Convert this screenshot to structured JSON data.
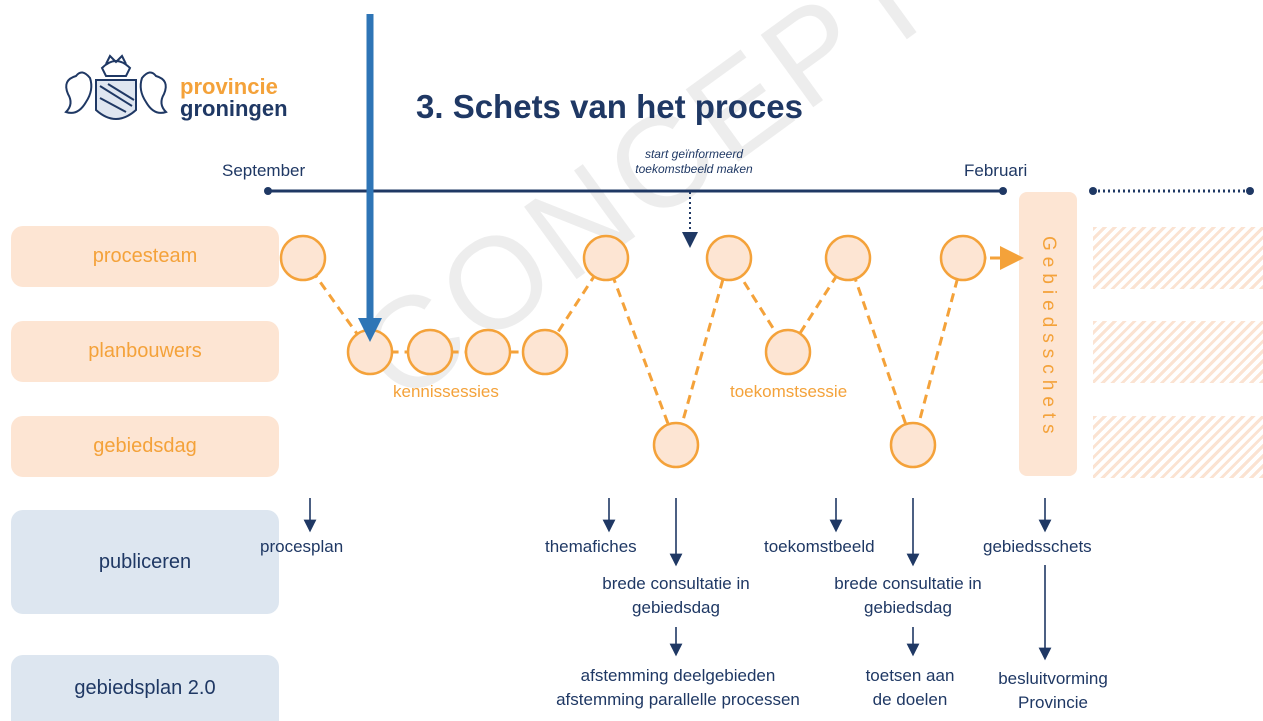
{
  "logo": {
    "line1": "provincie",
    "line2": "groningen"
  },
  "title": "3. Schets van het proces",
  "watermark": "CONCEPT",
  "timeline": {
    "start_label": "September",
    "end_label": "Februari",
    "note_line1": "start geïnformeerd",
    "note_line2": "toekomstbeeld maken"
  },
  "rows": {
    "procesteam": "procesteam",
    "planbouwers": "planbouwers",
    "gebiedsdag": "gebiedsdag",
    "publiceren": "publiceren",
    "gebiedsplan": "gebiedsplan 2.0"
  },
  "labels": {
    "kennissessies": "kennissessies",
    "toekomstsessie": "toekomstsessie",
    "gebiedsschets_box": "Gebiedsschets"
  },
  "outputs": {
    "procesplan": "procesplan",
    "themafiches": "themafiches",
    "brede1_line1": "brede consultatie in",
    "brede1_line2": "gebiedsdag",
    "afstemming_line1": "afstemming deelgebieden",
    "afstemming_line2": "afstemming parallelle processen",
    "toekomstbeeld": "toekomstbeeld",
    "brede2_line1": "brede consultatie in",
    "brede2_line2": "gebiedsdag",
    "toetsen_line1": "toetsen aan",
    "toetsen_line2": "de doelen",
    "gebiedsschets": "gebiedsschets",
    "besluit_line1": "besluitvorming",
    "besluit_line2": "Provincie"
  },
  "colors": {
    "navy": "#1f3864",
    "orange": "#f4a23a",
    "node_fill": "#fde5d3",
    "orange_row_bg": "#fde5d3",
    "blue_row_bg": "#dde6f0",
    "pointer_blue": "#2e75b6"
  }
}
